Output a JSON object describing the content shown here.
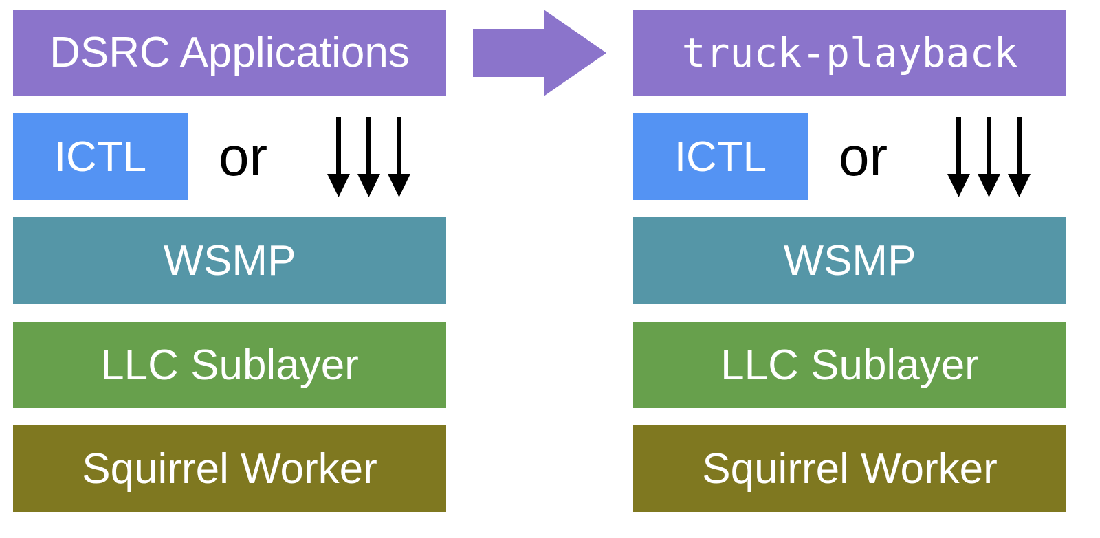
{
  "colors": {
    "app_layer": "#8b74cb",
    "ictl": "#5493f3",
    "wsmp": "#5596a7",
    "llc": "#67a04c",
    "squirrel": "#7f7820",
    "arrow": "#000000"
  },
  "left_stack": {
    "top": "DSRC Applications",
    "ictl": "ICTL",
    "or": "or",
    "wsmp": "WSMP",
    "llc": "LLC Sublayer",
    "squirrel": "Squirrel Worker"
  },
  "right_stack": {
    "top": "truck-playback",
    "ictl": "ICTL",
    "or": "or",
    "wsmp": "WSMP",
    "llc": "LLC Sublayer",
    "squirrel": "Squirrel Worker"
  },
  "icons": {
    "transition_arrow": "right-arrow-icon",
    "passthrough_arrows": "down-arrows-icon"
  }
}
